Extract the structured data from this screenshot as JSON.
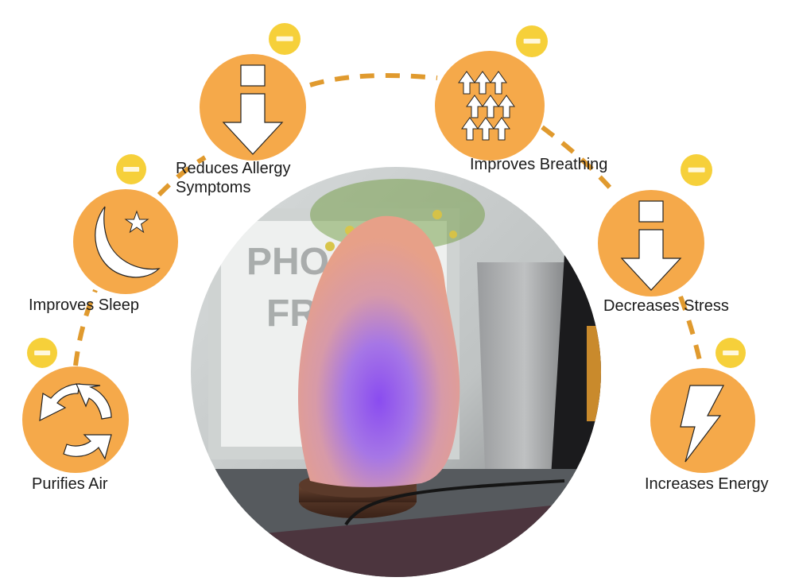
{
  "colors": {
    "accent_orange": "#f5a94a",
    "dash_orange": "#e09a2e",
    "badge_yellow": "#f6d03a",
    "badge_bar": "#fff8dc",
    "icon_white": "#ffffff",
    "text": "#1a1a1a"
  },
  "product_photo": {
    "subject": "pink himalayan salt lamp glowing purple on wooden base",
    "background_text": [
      "PHO",
      "FR"
    ]
  },
  "benefits": [
    {
      "id": "purifies-air",
      "label": "Purifies Air",
      "icon": "recycle-arrows-icon",
      "badge": "minus-badge"
    },
    {
      "id": "improves-sleep",
      "label": "Improves Sleep",
      "icon": "moon-star-icon",
      "badge": "minus-badge"
    },
    {
      "id": "reduces-allergy",
      "label": "Reduces Allergy Symptoms",
      "label_lines": [
        "Reduces Allergy",
        "Symptoms"
      ],
      "icon": "down-arrow-icon",
      "badge": "minus-badge"
    },
    {
      "id": "improves-breathing",
      "label": "Improves Breathing",
      "icon": "up-arrows-icon",
      "badge": "minus-badge"
    },
    {
      "id": "decreases-stress",
      "label": "Decreases Stress",
      "icon": "down-arrow-icon",
      "badge": "minus-badge"
    },
    {
      "id": "increases-energy",
      "label": "Increases Energy",
      "icon": "lightning-bolt-icon",
      "badge": "minus-badge"
    }
  ]
}
